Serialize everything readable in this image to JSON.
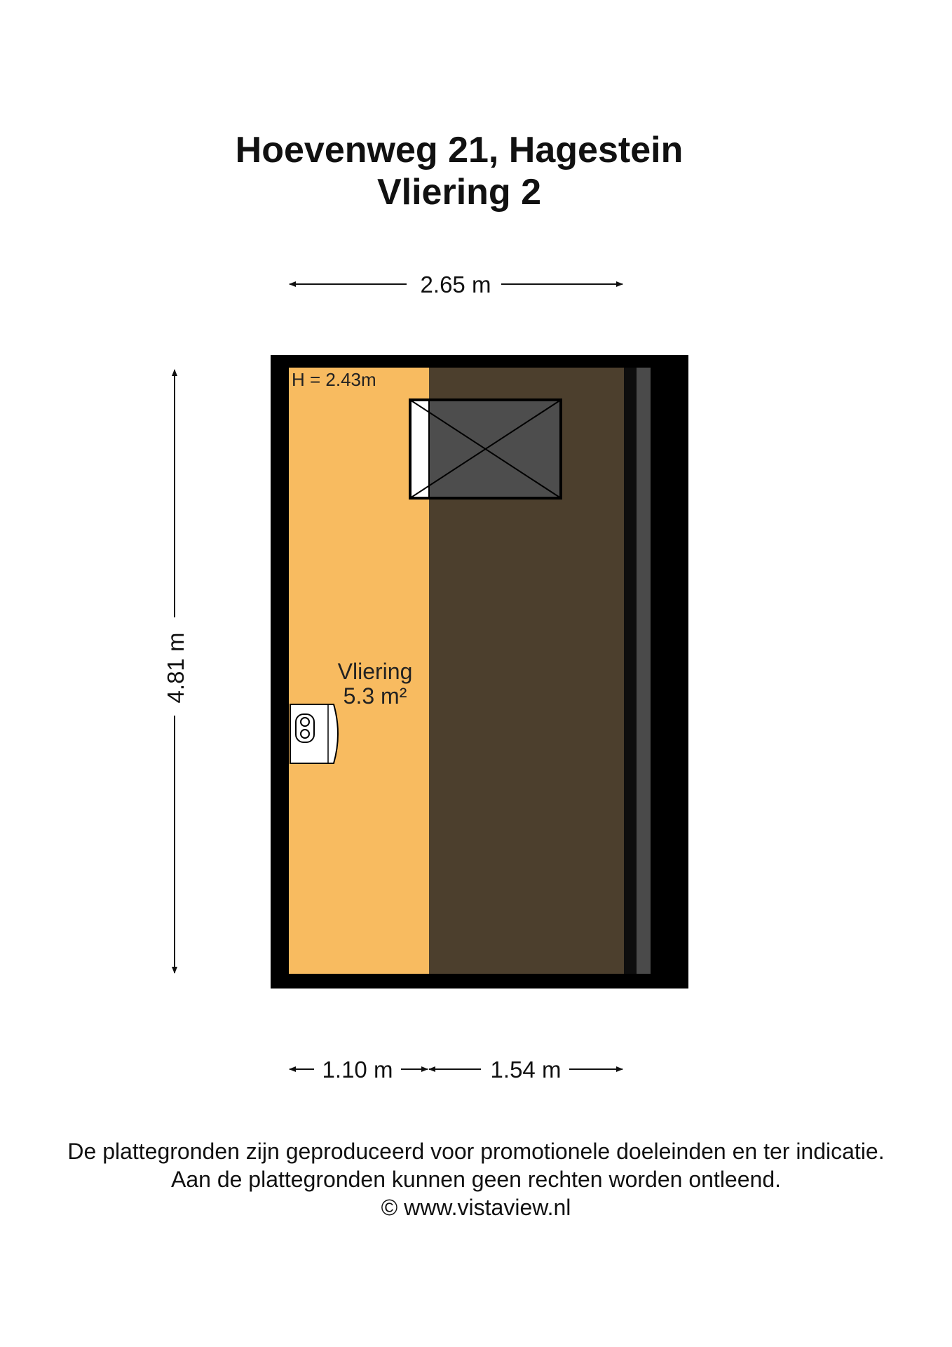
{
  "header": {
    "address": "Hoevenweg 21, Hagestein",
    "floor": "Vliering 2"
  },
  "dimensions": {
    "top_width": "2.65 m",
    "left_height": "4.81 m",
    "bottom_left": "1.10 m",
    "bottom_right": "1.54 m"
  },
  "room": {
    "height_label": "H = 2.43m",
    "name": "Vliering",
    "area": "5.3 m²"
  },
  "colors": {
    "wall": "#000000",
    "usable_floor": "#f8bb60",
    "low_floor": "#4c3f2d",
    "strip": "#4a4a4a",
    "hatch": "#4d4d4d"
  },
  "icons": {
    "hatch": "roof-hatch-icon",
    "boiler": "boiler-icon"
  },
  "footer": {
    "line1": "De plattegronden zijn geproduceerd voor promotionele doeleinden en ter indicatie.",
    "line2": "Aan de plattegronden kunnen geen rechten worden ontleend.",
    "line3": "© www.vistaview.nl"
  }
}
